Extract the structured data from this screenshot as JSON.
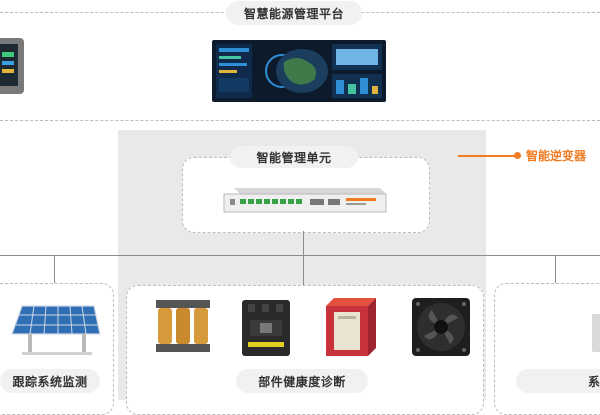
{
  "platform": {
    "title": "智慧能源管理平台"
  },
  "management_unit": {
    "title": "智能管理单元"
  },
  "inverter_callout": {
    "label": "智能逆变器"
  },
  "groups": {
    "left": {
      "label": "跟踪系统监测"
    },
    "center": {
      "label": "部件健康度诊断"
    },
    "right": {
      "label": "系"
    }
  },
  "colors": {
    "accent_orange": "#f07b22",
    "panel_gray": "#e9e9e9",
    "pill_gray": "#f1f1f1",
    "solar_blue": "#2f6fb6",
    "breaker_black": "#2a2a2a",
    "module_red": "#c8323b"
  },
  "icons": {
    "top_left_device": "tablet-device-icon",
    "dashboard_screen": "dashboard-screen-icon",
    "management_unit": "rack-unit-icon",
    "solar_panel": "solar-panel-icon",
    "transformer": "transformer-icon",
    "circuit_breaker": "circuit-breaker-icon",
    "power_module": "power-module-icon",
    "cooling_fan": "cooling-fan-icon"
  }
}
